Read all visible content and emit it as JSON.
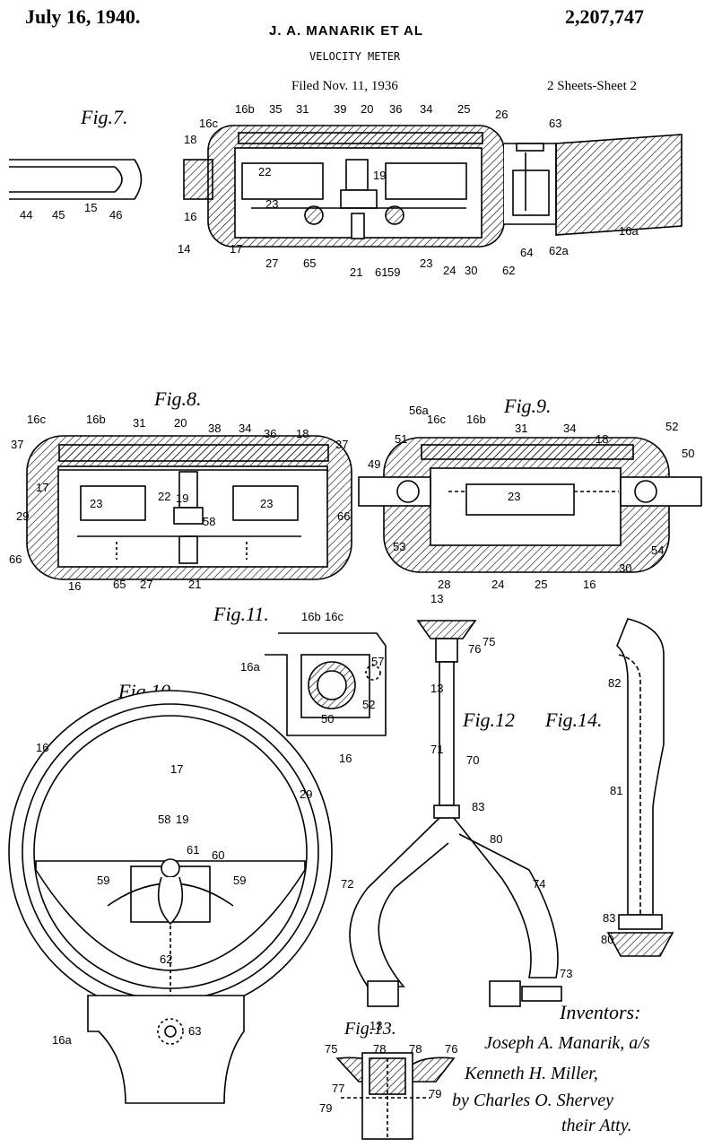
{
  "header": {
    "date": "July 16, 1940.",
    "inventors_line": "J. A. MANARIK ET AL",
    "patent_number": "2,207,747",
    "title": "VELOCITY METER",
    "filed": "Filed Nov. 11, 1936",
    "sheets": "2 Sheets-Sheet 2"
  },
  "figures": {
    "fig7": "Fig.7.",
    "fig8": "Fig.8.",
    "fig9": "Fig.9.",
    "fig10": "Fig.10.",
    "fig11": "Fig.11.",
    "fig12": "Fig.12",
    "fig13": "Fig.13.",
    "fig14": "Fig.14."
  },
  "signatures": {
    "heading": "Inventors:",
    "inventor1": "Joseph A. Manarik, a/s",
    "inventor2": "Kenneth H. Miller,",
    "by_line": "by Charles O. Shervey",
    "attorney": "their Atty."
  },
  "labels": {
    "fig7": [
      "16c",
      "16b",
      "35",
      "31",
      "39",
      "20",
      "36",
      "34",
      "25",
      "26",
      "63",
      "18",
      "22",
      "19",
      "23",
      "44",
      "45",
      "15",
      "46",
      "16",
      "14",
      "17",
      "27",
      "65",
      "21",
      "61",
      "59",
      "23",
      "24",
      "30",
      "62",
      "64",
      "62a",
      "16a"
    ],
    "fig8": [
      "16c",
      "16b",
      "31",
      "20",
      "38",
      "34",
      "36",
      "18",
      "37",
      "37",
      "17",
      "22",
      "23",
      "19",
      "23",
      "29",
      "58",
      "66",
      "66",
      "16",
      "65",
      "27",
      "21"
    ],
    "fig9": [
      "56a",
      "16c",
      "16b",
      "31",
      "34",
      "18",
      "52",
      "51",
      "50",
      "49",
      "23",
      "53",
      "28",
      "24",
      "25",
      "16",
      "30",
      "54"
    ],
    "fig10": [
      "16",
      "17",
      "58",
      "19",
      "60",
      "29",
      "61",
      "59",
      "59",
      "62",
      "16a",
      "63"
    ],
    "fig11": [
      "16b",
      "16c",
      "16a",
      "57",
      "50",
      "52",
      "16"
    ],
    "fig12": [
      "13",
      "75",
      "76",
      "13",
      "71",
      "70",
      "83",
      "80",
      "72",
      "74",
      "73"
    ],
    "fig13": [
      "13",
      "75",
      "78",
      "78",
      "76",
      "77",
      "79",
      "79"
    ],
    "fig14": [
      "82",
      "81",
      "83",
      "80"
    ]
  }
}
